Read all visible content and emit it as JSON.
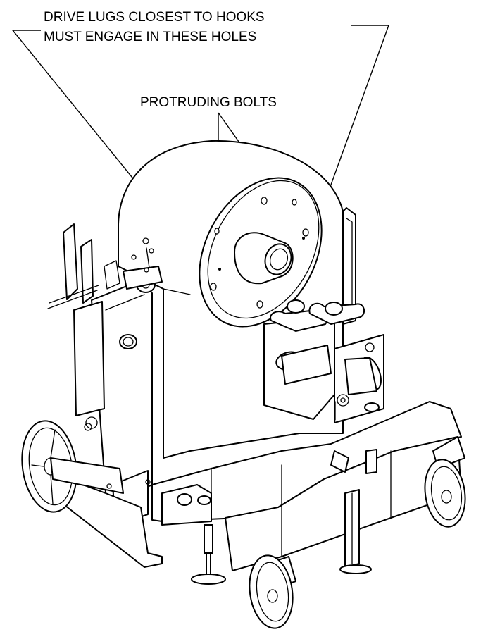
{
  "callouts": {
    "drive_lugs_line1": "DRIVE LUGS CLOSEST TO HOOKS",
    "drive_lugs_line2": "MUST ENGAGE IN THESE HOLES",
    "protruding_bolts": "PROTRUDING BOLTS"
  }
}
